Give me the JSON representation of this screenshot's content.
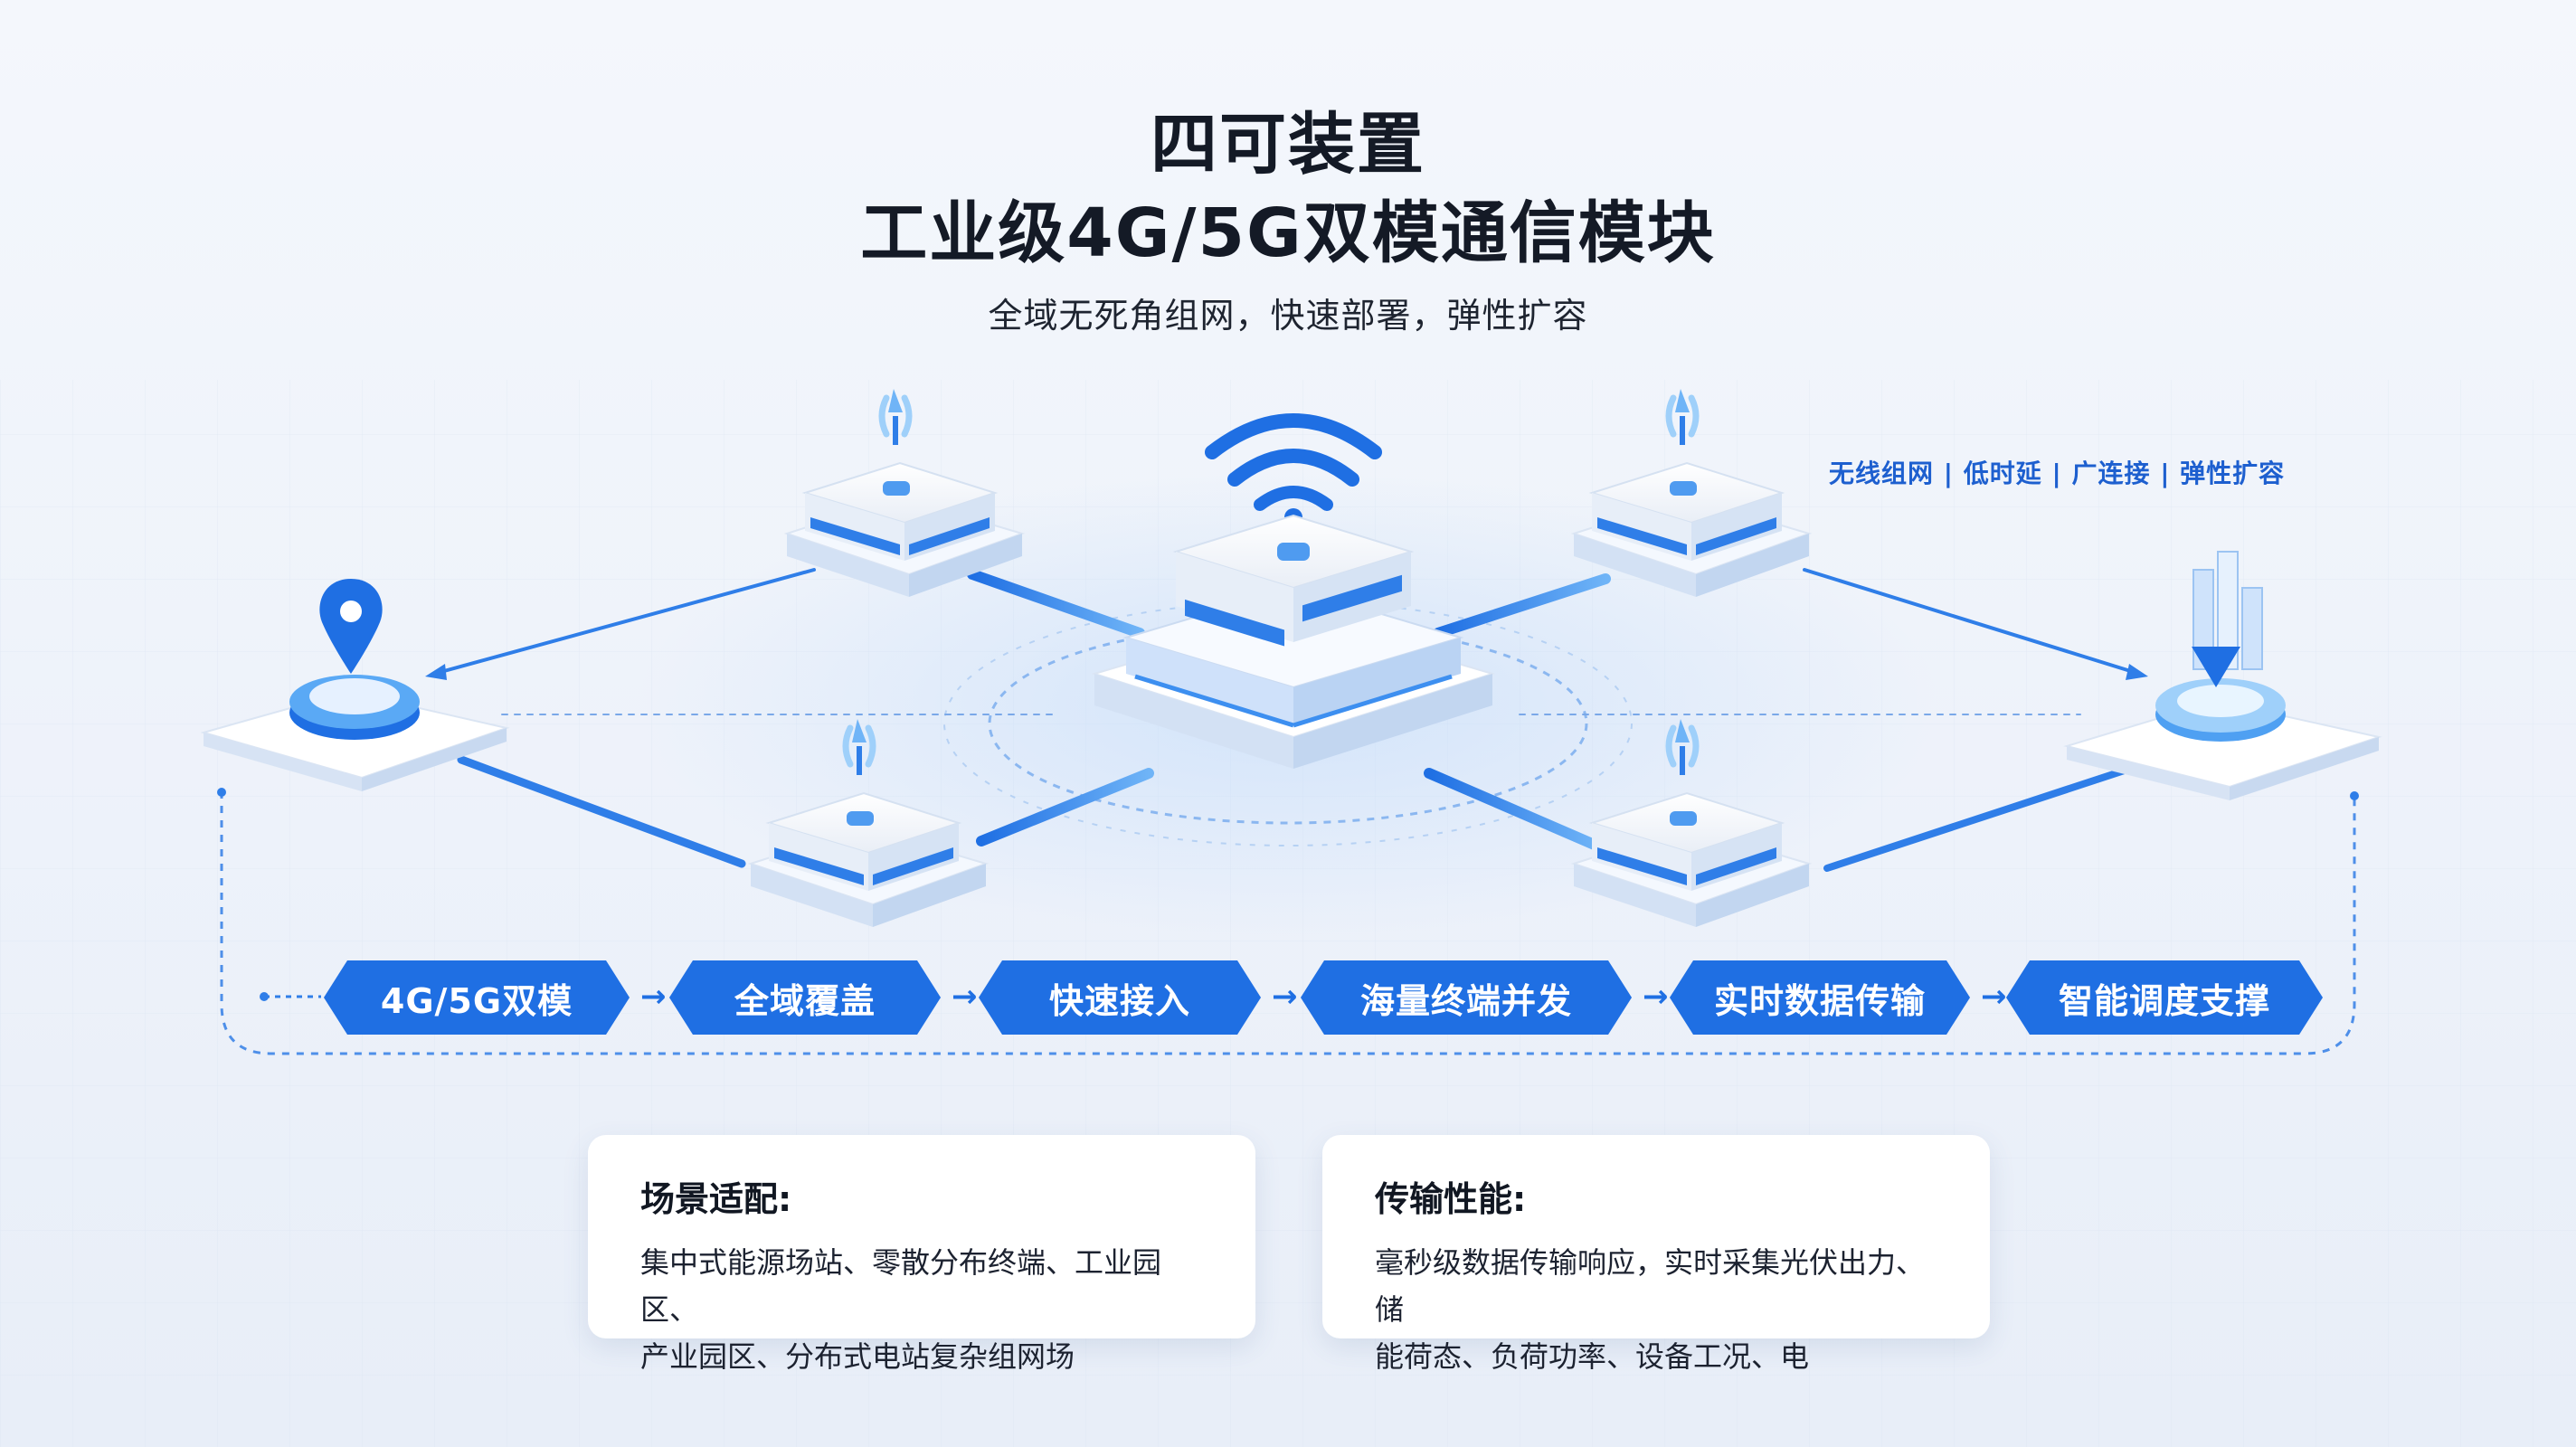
{
  "header": {
    "title_line1": "四可装置",
    "title_line2": "工业级4G/5G双模通信模块",
    "subtitle": "全域无死角组网，快速部署，弹性扩容"
  },
  "tagline": "无线组网 | 低时延 | 广连接 | 弹性扩容",
  "flow_steps": [
    "4G/5G双模",
    "全域覆盖",
    "快速接入",
    "海量终端并发",
    "实时数据传输",
    "智能调度支撑"
  ],
  "cards": [
    {
      "title": "场景适配:",
      "body_line1": "集中式能源场站、零散分布终端、工业园区、",
      "body_line2": "产业园区、分布式电站复杂组网场"
    },
    {
      "title": "传输性能:",
      "body_line1": "毫秒级数据传输响应，实时采集光伏出力、储",
      "body_line2": "能荷态、负荷功率、设备工况、电"
    }
  ],
  "icons": {
    "hub": "wifi-icon",
    "nodes": "signal-antenna-icon",
    "left": "location-pin-icon",
    "right": "data-tower-icon"
  },
  "colors": {
    "accent": "#1f6fe3",
    "accent_light": "#5aa9f5",
    "background": "#eef3fa",
    "title": "#141a26"
  }
}
